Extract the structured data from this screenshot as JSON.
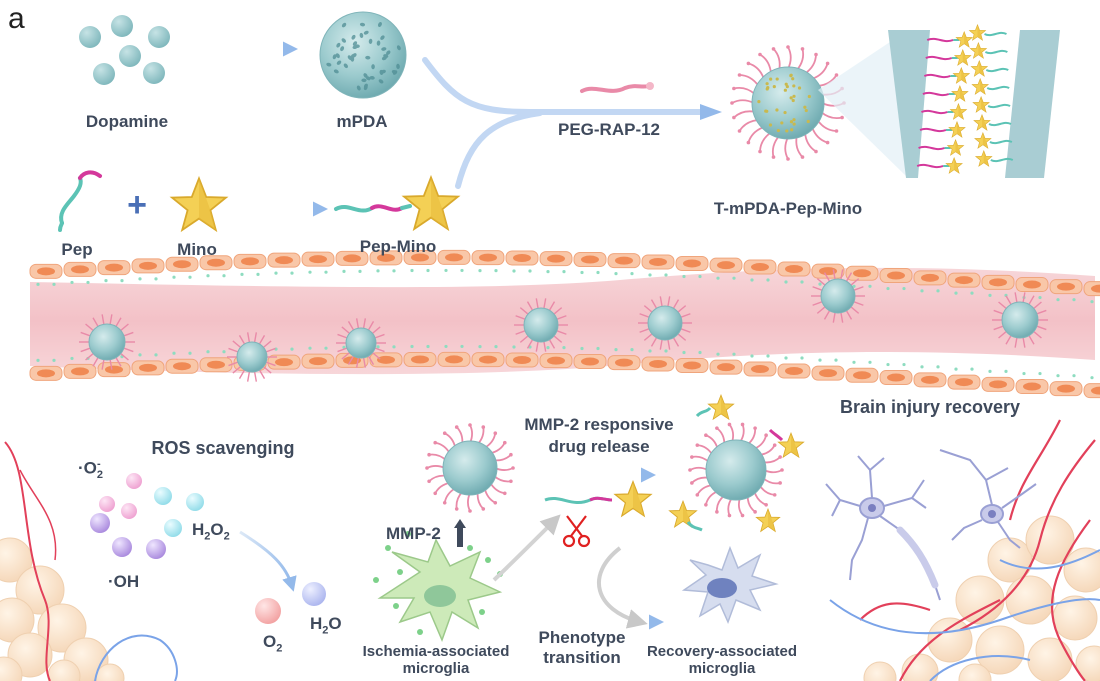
{
  "panel_letter": "a",
  "synthesis": {
    "dopamine_label": "Dopamine",
    "mpda_label": "mPDA",
    "peg_label": "PEG-RAP-12",
    "pep_label": "Pep",
    "plus_sign": "+",
    "mino_label": "Mino",
    "pep_mino_label": "Pep-Mino",
    "product_label": "T-mPDA-Pep-Mino"
  },
  "lower": {
    "ros_title": "ROS scavenging",
    "o2_radical": "·O",
    "o2_radical_sub": "2",
    "o2_radical_sup": "-",
    "h2o2": "H",
    "h2o2_sub1": "2",
    "h2o2_mid": "O",
    "h2o2_sub2": "2",
    "oh_radical": "·OH",
    "o2": "O",
    "o2_sub": "2",
    "h2o": "H",
    "h2o_sub": "2",
    "h2o_end": "O",
    "mmp2_label": "MMP-2",
    "release_line1": "MMP-2 responsive",
    "release_line2": "drug release",
    "ischemia_line1": "Ischemia-associated",
    "ischemia_line2": "microglia",
    "phenotype_line1": "Phenotype",
    "phenotype_line2": "transition",
    "recovery_line1": "Recovery-associated",
    "recovery_line2": "microglia",
    "brain_title": "Brain injury recovery"
  },
  "colors": {
    "text": "#3f4a5c",
    "particle": "#8fc4c8",
    "particle_dark": "#5e9ea6",
    "peg_pink": "#e98aa8",
    "star_gold": "#f2cd4f",
    "arrow_blue": "#a9c8ef",
    "vessel_pink": "#f6c9cf",
    "endothelial": "#f29565",
    "ros_pink": "#f2a9d6",
    "ros_cyan": "#9fe3ee",
    "ros_purple": "#b99ce6",
    "microglia_green": "#b8e0a8",
    "microglia_blue": "#c4cfe6",
    "neuron_lavender": "#b2b4dd",
    "capillary_red": "#e2405a",
    "scissors_red": "#e02020"
  }
}
